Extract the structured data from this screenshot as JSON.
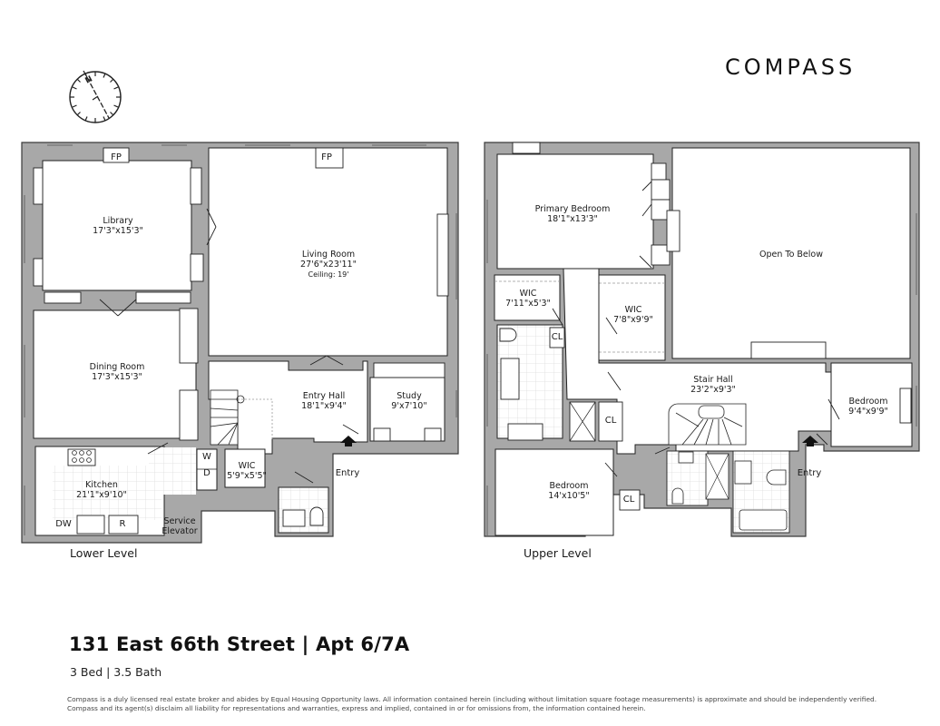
{
  "brand": {
    "logo_text": "COMPASS"
  },
  "compass_rose": {
    "north_label": "N",
    "icon": "north-arrow-icon"
  },
  "colors": {
    "wall": "#a8a8a8",
    "wall_outline": "#3a3a3a",
    "line": "#1a1a1a",
    "tile": "#e6e6e6",
    "background": "#ffffff"
  },
  "lower_level": {
    "label": "Lower Level",
    "rooms": [
      {
        "name": "Library",
        "dims": "17'3\"x15'3\""
      },
      {
        "name": "Living Room",
        "dims": "27'6\"x23'11\"",
        "note": "Ceiling: 19'"
      },
      {
        "name": "Dining Room",
        "dims": "17'3\"x15'3\""
      },
      {
        "name": "Entry Hall",
        "dims": "18'1\"x9'4\""
      },
      {
        "name": "Study",
        "dims": "9'x7'10\""
      },
      {
        "name": "Kitchen",
        "dims": "21'1\"x9'10\""
      },
      {
        "name": "WIC",
        "dims": "5'9\"x5'5\""
      }
    ],
    "fixtures": {
      "fp_library": "FP",
      "fp_living": "FP",
      "washer": "W",
      "dryer": "D",
      "dishwasher": "DW",
      "refrigerator": "R",
      "service_elevator": "Service Elevator",
      "entry": "Entry"
    }
  },
  "upper_level": {
    "label": "Upper Level",
    "rooms": [
      {
        "name": "Primary Bedroom",
        "dims": "18'1\"x13'3\""
      },
      {
        "name": "Open To Below",
        "dims": ""
      },
      {
        "name": "WIC",
        "dims": "7'11\"x5'3\""
      },
      {
        "name": "WIC",
        "dims": "7'8\"x9'9\""
      },
      {
        "name": "Stair Hall",
        "dims": "23'2\"x9'3\""
      },
      {
        "name": "Bedroom",
        "dims": "9'4\"x9'9\""
      },
      {
        "name": "Bedroom",
        "dims": "14'x10'5\""
      }
    ],
    "fixtures": {
      "closet_1": "CL",
      "closet_2": "CL",
      "closet_3": "CL",
      "entry": "Entry"
    }
  },
  "listing": {
    "title": "131 East 66th Street | Apt 6/7A",
    "summary": "3 Bed | 3.5 Bath"
  },
  "disclaimer": {
    "line1": "Compass is a duly licensed real estate broker and abides by Equal Housing Opportunity laws.  All information contained herein (including without limitation square footage measurements) is approximate and should be independently verified.",
    "line2": "Compass and its agent(s) disclaim all liability for representations and warranties, express and implied, contained in or for omissions from, the information contained herein."
  }
}
